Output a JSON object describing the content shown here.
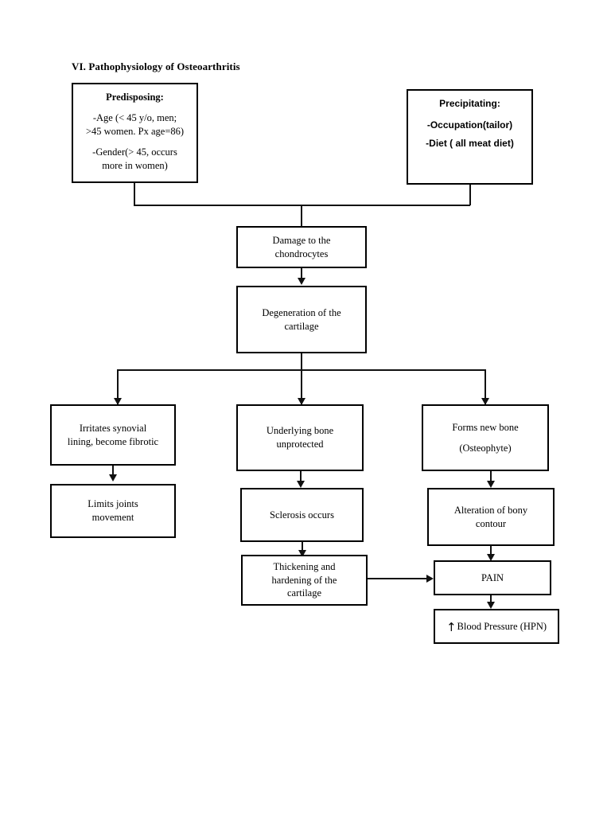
{
  "document": {
    "title": "VI. Pathophysiology of Osteoarthritis"
  },
  "nodes": {
    "predisposing": {
      "heading": "Predisposing:",
      "line1": "-Age (< 45 y/o, men;",
      "line2": ">45 women. Px age=86)",
      "line3": "-Gender(> 45, occurs",
      "line4": "more in women)"
    },
    "precipitating": {
      "heading": "Precipitating:",
      "line1": "-Occupation(tailor)",
      "line2": "-Diet ( all meat diet)"
    },
    "damage": {
      "line1": "Damage to the",
      "line2": "chondrocytes"
    },
    "degeneration": {
      "line1": "Degeneration of the",
      "line2": "cartilage"
    },
    "irritates": {
      "line1": "Irritates synovial",
      "line2": "lining, become fibrotic"
    },
    "limits": {
      "line1": "Limits joints",
      "line2": "movement"
    },
    "underlying": {
      "line1": "Underlying bone",
      "line2": "unprotected"
    },
    "sclerosis": {
      "line1": "Sclerosis occurs"
    },
    "thickening": {
      "line1": "Thickening and",
      "line2": "hardening of the",
      "line3": "cartilage"
    },
    "forms": {
      "line1": "Forms new bone",
      "line2": "(Osteophyte)"
    },
    "alteration": {
      "line1": "Alteration of bony",
      "line2": "contour"
    },
    "pain": {
      "line1": "PAIN"
    },
    "bloodpressure": {
      "arrow": "↑",
      "line1": "Blood Pressure (HPN)"
    }
  }
}
